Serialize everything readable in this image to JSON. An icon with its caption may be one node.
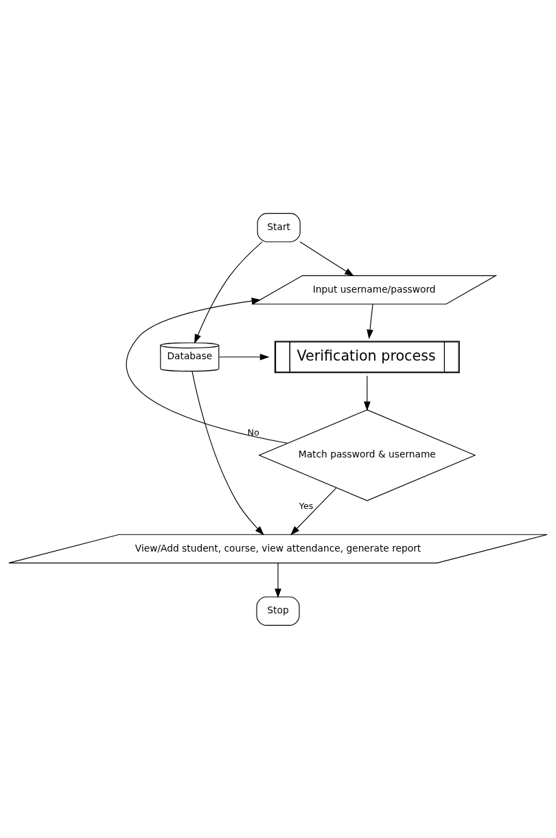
{
  "diagram": {
    "nodes": [
      {
        "text": [
          "Start"
        ]
      },
      {
        "text": [
          "Input username/password"
        ]
      },
      {
        "text": [
          "Verification process"
        ]
      },
      {
        "text": [
          "Database"
        ]
      },
      {
        "text": [
          "Match password & username"
        ]
      },
      {
        "text": [
          "View/Add student, course, view attendance, generate report"
        ]
      },
      {
        "text": [
          "Stop"
        ]
      }
    ],
    "edges": [
      {
        "from": 0,
        "to": 1,
        "arrow": "to"
      },
      {
        "from": 0,
        "to": 3,
        "arrow": "to"
      },
      {
        "from": 1,
        "to": 2,
        "arrow": "to"
      },
      {
        "from": 3,
        "to": 2,
        "arrow": "to"
      },
      {
        "from": 2,
        "to": 4,
        "arrow": "to"
      },
      {
        "from": 4,
        "to": 1,
        "arrow": "to",
        "label": "No"
      },
      {
        "from": 4,
        "to": 5,
        "arrow": "to",
        "label": "Yes"
      },
      {
        "from": 3,
        "to": 5,
        "arrow": "to"
      },
      {
        "from": 5,
        "to": 6,
        "arrow": "to"
      }
    ]
  }
}
